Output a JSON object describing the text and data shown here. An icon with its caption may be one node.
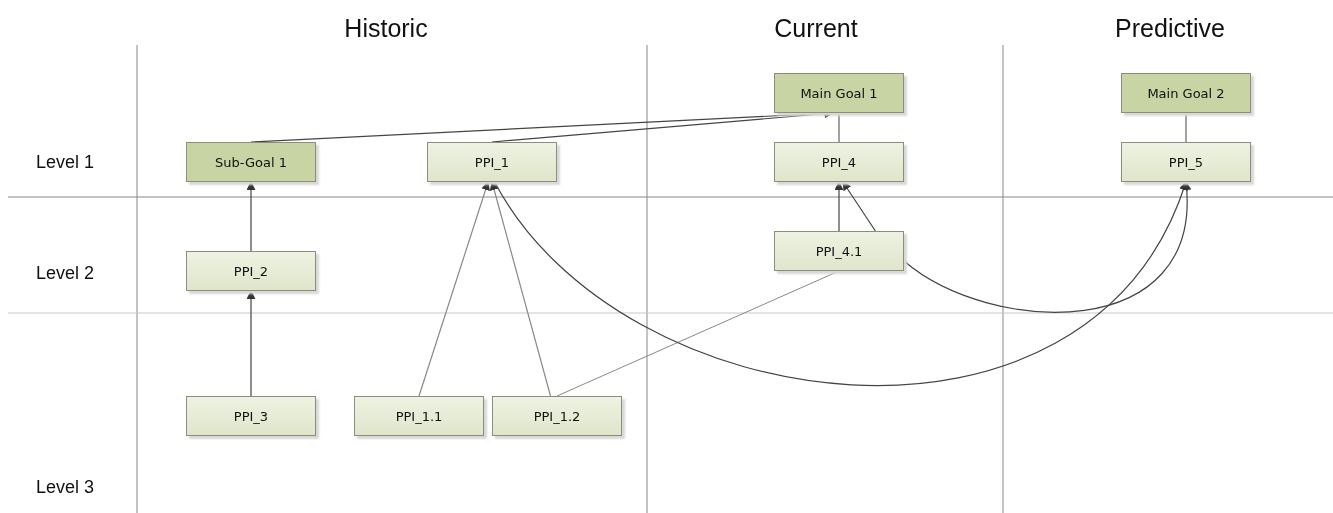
{
  "diagram": {
    "nodes": [
      {
        "text": [
          "Main Goal 1"
        ]
      },
      {
        "text": [
          "Main Goal 2"
        ]
      },
      {
        "text": [
          "Sub-Goal 1"
        ]
      },
      {
        "text": [
          "PPI_1"
        ]
      },
      {
        "text": [
          "PPI_4"
        ]
      },
      {
        "text": [
          "PPI_5"
        ]
      },
      {
        "text": [
          "PPI_4.1"
        ]
      },
      {
        "text": [
          "PPI_2"
        ]
      },
      {
        "text": [
          "PPI_3"
        ]
      },
      {
        "text": [
          "PPI_1.1"
        ]
      },
      {
        "text": [
          "PPI_1.2"
        ]
      }
    ],
    "edges": [
      {
        "from": 2,
        "to": 0,
        "arrow": "to"
      },
      {
        "from": 3,
        "to": 0,
        "arrow": "to"
      },
      {
        "from": 4,
        "to": 0,
        "arrow": "none"
      },
      {
        "from": 5,
        "to": 1,
        "arrow": "none"
      },
      {
        "from": 7,
        "to": 2,
        "arrow": "to"
      },
      {
        "from": 8,
        "to": 7,
        "arrow": "to"
      },
      {
        "from": 9,
        "to": 3,
        "arrow": "to"
      },
      {
        "from": 10,
        "to": 3,
        "arrow": "to"
      },
      {
        "from": 10,
        "to": 6,
        "arrow": "none"
      },
      {
        "from": 6,
        "to": 4,
        "arrow": "to"
      },
      {
        "from": 6,
        "to": 4,
        "arrow": "to"
      },
      {
        "from": 3,
        "to": 5,
        "arrow": "both"
      },
      {
        "from": 6,
        "to": 5,
        "arrow": "to"
      }
    ],
    "labels": [
      "Historic",
      "Current",
      "Predictive",
      "Level 1",
      "Level 2",
      "Level 3"
    ]
  }
}
